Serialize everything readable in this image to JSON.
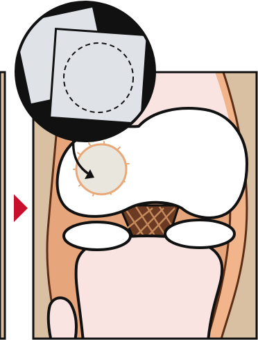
{
  "diagram": {
    "kind": "knee-cartilage-patch-implant-illustration",
    "colors": {
      "background": "#ffffff",
      "outline": "#111111",
      "panel_tan": "#d9c0a2",
      "soft_tissue": "#e6a57a",
      "bone_pink": "#f9e4e1",
      "femur_white": "#ffffff",
      "ligament_brown": "#6b3a22",
      "patch_gray": "#dfe3e8",
      "implant_fill": "#e9e6dd",
      "implant_ring": "#e8a878",
      "arrow_red": "#c8102e"
    },
    "icons": {
      "step_arrow": "right-pointing-triangle",
      "placement_arrow": "curved-arrow",
      "magnifier": "circular-inset"
    }
  }
}
